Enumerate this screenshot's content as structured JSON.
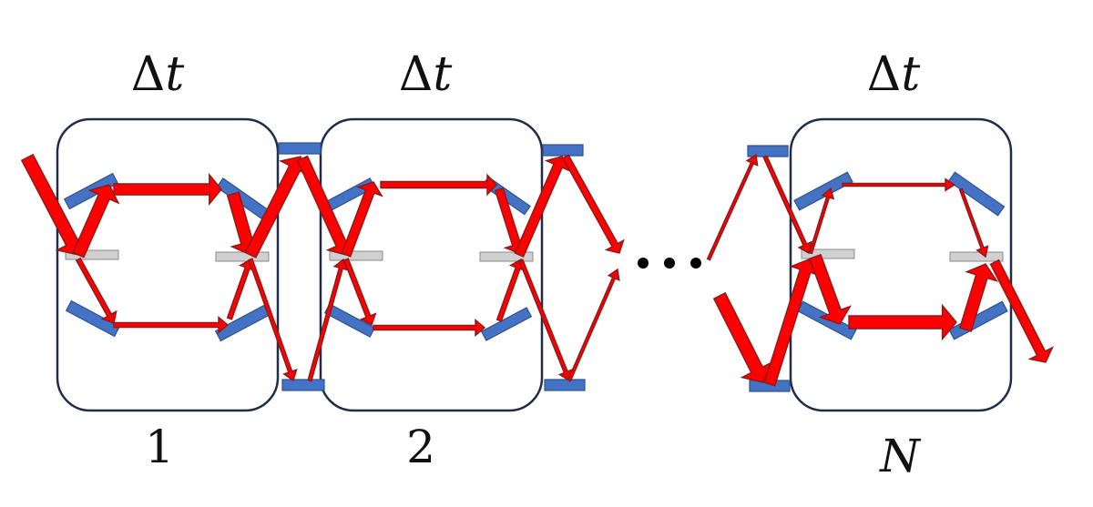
{
  "delta_t_symbol": "Δ",
  "delta_t_var": "t",
  "stages": [
    {
      "index": "1"
    },
    {
      "index": "2"
    },
    {
      "index": "N"
    }
  ],
  "ellipsis": "• • •",
  "colors": {
    "beam": "#ff0000",
    "mirror": "#4472c4",
    "beamsplitter": "#d0d0d0",
    "box_outline": "#1f2d4a"
  }
}
